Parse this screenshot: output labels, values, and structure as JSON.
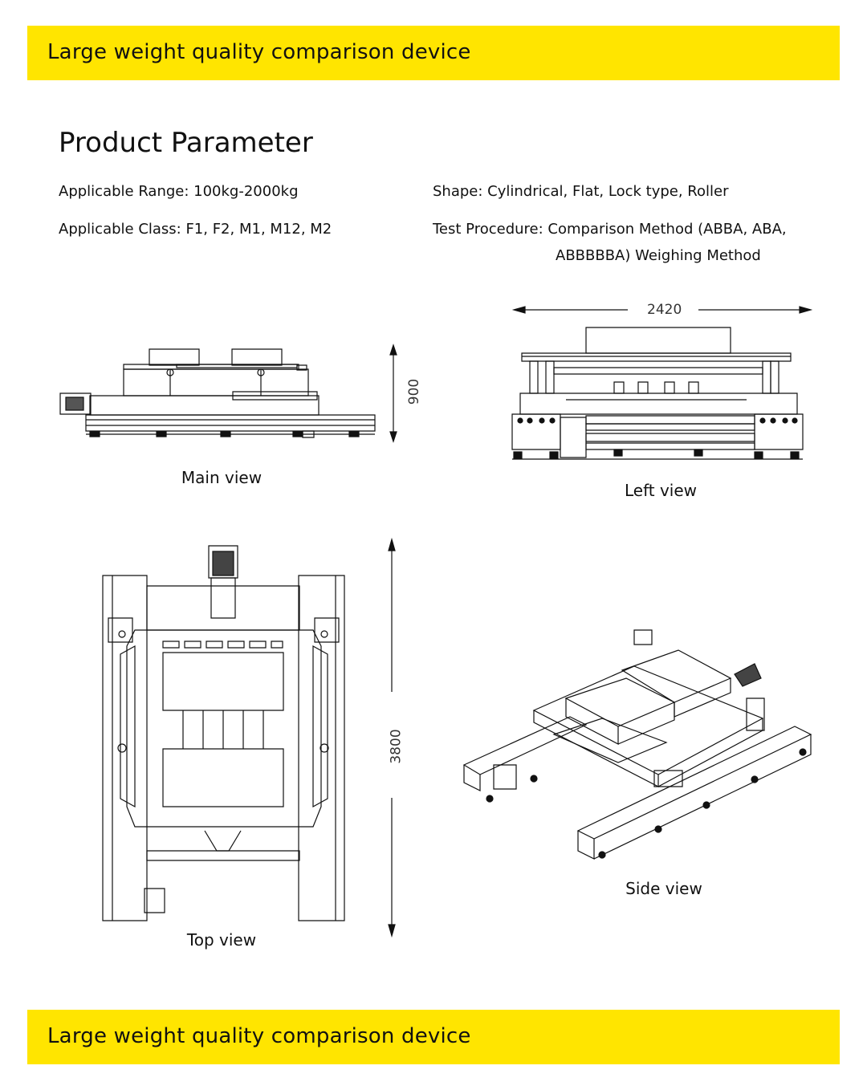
{
  "banner_top": {
    "title": "Large weight quality comparison device"
  },
  "banner_bottom": {
    "title": "Large weight quality comparison device"
  },
  "section": {
    "heading": "Product Parameter"
  },
  "params": {
    "range": "Applicable Range: 100kg-2000kg",
    "shape": "Shape: Cylindrical, Flat, Lock type, Roller",
    "class": "Applicable Class: F1, F2, M1, M12, M2",
    "procedure_line1": "Test Procedure: Comparison Method (ABBA, ABA,",
    "procedure_line2": "ABBBBBA) Weighing Method"
  },
  "views": {
    "main": "Main view",
    "left": "Left view",
    "top": "Top view",
    "side": "Side view"
  },
  "dimensions": {
    "main_height": "900",
    "left_width": "2420",
    "top_length": "3800"
  }
}
